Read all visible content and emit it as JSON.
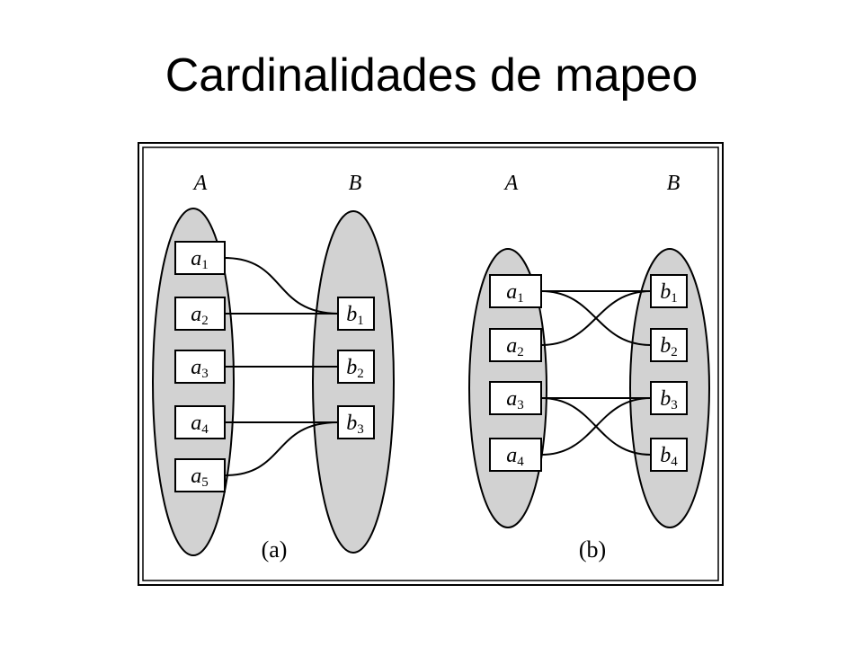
{
  "slide": {
    "title": "Cardinalidades de mapeo"
  },
  "diagram_a": {
    "caption": "(a)",
    "set_a_label": "A",
    "set_b_label": "B",
    "set_a": [
      {
        "name": "a",
        "sub": "1"
      },
      {
        "name": "a",
        "sub": "2"
      },
      {
        "name": "a",
        "sub": "3"
      },
      {
        "name": "a",
        "sub": "4"
      },
      {
        "name": "a",
        "sub": "5"
      }
    ],
    "set_b": [
      {
        "name": "b",
        "sub": "1"
      },
      {
        "name": "b",
        "sub": "2"
      },
      {
        "name": "b",
        "sub": "3"
      }
    ],
    "mappings": [
      [
        1,
        1
      ],
      [
        2,
        1
      ],
      [
        3,
        2
      ],
      [
        4,
        3
      ],
      [
        5,
        3
      ]
    ]
  },
  "diagram_b": {
    "caption": "(b)",
    "set_a_label": "A",
    "set_b_label": "B",
    "set_a": [
      {
        "name": "a",
        "sub": "1"
      },
      {
        "name": "a",
        "sub": "2"
      },
      {
        "name": "a",
        "sub": "3"
      },
      {
        "name": "a",
        "sub": "4"
      }
    ],
    "set_b": [
      {
        "name": "b",
        "sub": "1"
      },
      {
        "name": "b",
        "sub": "2"
      },
      {
        "name": "b",
        "sub": "3"
      },
      {
        "name": "b",
        "sub": "4"
      }
    ],
    "mappings": [
      [
        1,
        1
      ],
      [
        1,
        2
      ],
      [
        2,
        1
      ],
      [
        3,
        3
      ],
      [
        3,
        4
      ],
      [
        4,
        3
      ]
    ]
  },
  "colors": {
    "set_fill": "#d2d2d2",
    "stroke": "#000000",
    "box_fill": "#ffffff"
  }
}
